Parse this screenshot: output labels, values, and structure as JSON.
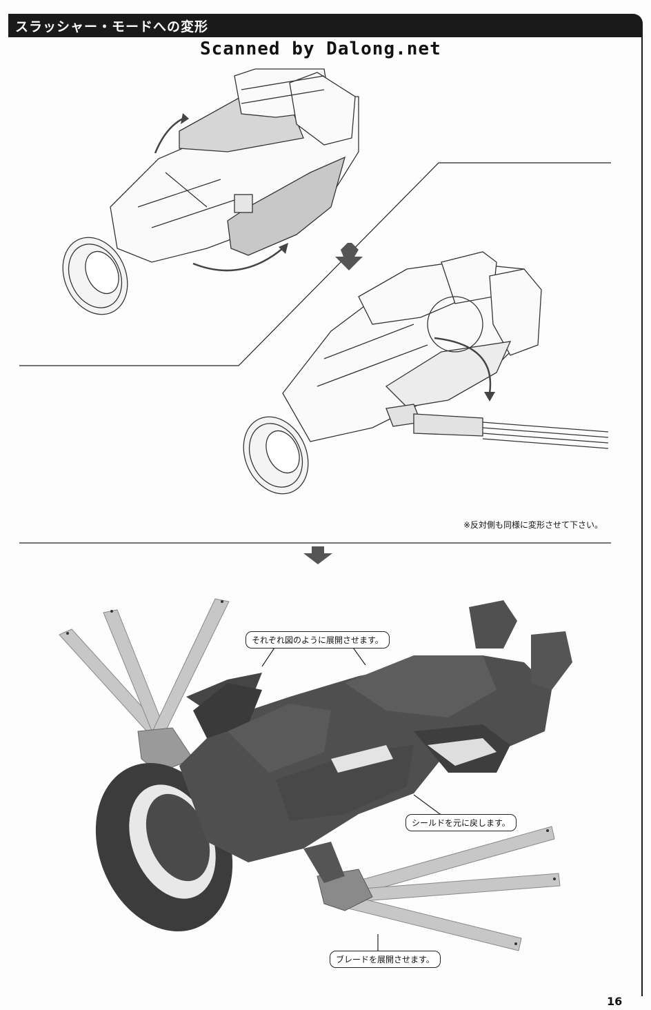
{
  "header": {
    "title": "スラッシャー・モードへの変形"
  },
  "watermark": "Scanned by Dalong.net",
  "note": "※反対側も同様に変形させて下さい。",
  "callouts": {
    "deploy_each": "それぞれ図のように展開させます。",
    "return_shield": "シールドを元に戻します。",
    "deploy_blades": "ブレードを展開させます。"
  },
  "page_number": "16"
}
